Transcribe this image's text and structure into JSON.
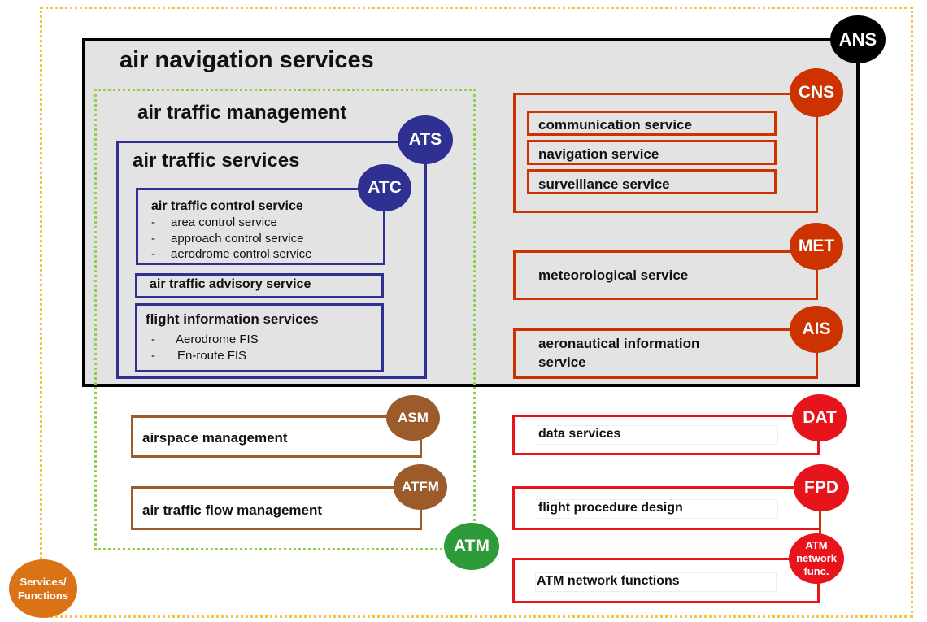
{
  "colors": {
    "ans": "#000000",
    "atm_dotted": "#8fd14f",
    "services_dotted": "#f5c342",
    "blue": "#2e3192",
    "cns_orange": "#cc3300",
    "brown": "#9b5b2a",
    "red": "#e8141b",
    "green": "#2e9b3a",
    "services_badge": "#d97316",
    "grey_fill": "#e3e3e3"
  },
  "ans": {
    "title": "air navigation services",
    "badge": "ANS"
  },
  "atm": {
    "title": "air traffic management",
    "badge": "ATM"
  },
  "ats": {
    "title": "air traffic services",
    "badge": "ATS"
  },
  "atc": {
    "badge": "ATC",
    "title": "air traffic control service",
    "items": [
      "area control service",
      "approach control service",
      "aerodrome control service"
    ]
  },
  "advisory": {
    "title": "air traffic advisory service"
  },
  "fis": {
    "title": "flight information services",
    "items": [
      "Aerodrome FIS",
      "En-route FIS"
    ]
  },
  "cns": {
    "badge": "CNS",
    "items": [
      "communication service",
      "navigation service",
      "surveillance service"
    ]
  },
  "met": {
    "badge": "MET",
    "title": "meteorological service"
  },
  "ais": {
    "badge": "AIS",
    "title_line1": "aeronautical information",
    "title_line2": "service"
  },
  "asm": {
    "badge": "ASM",
    "title": "airspace management"
  },
  "atfm": {
    "badge": "ATFM",
    "title": "air traffic flow management"
  },
  "dat": {
    "badge": "DAT",
    "title": "data services"
  },
  "fpd": {
    "badge": "FPD",
    "title": "flight procedure design"
  },
  "atmnet": {
    "badge_line1": "ATM",
    "badge_line2": "network",
    "badge_line3": "func.",
    "title": "ATM network functions"
  },
  "services": {
    "badge_line1": "Services/",
    "badge_line2": "Functions"
  }
}
